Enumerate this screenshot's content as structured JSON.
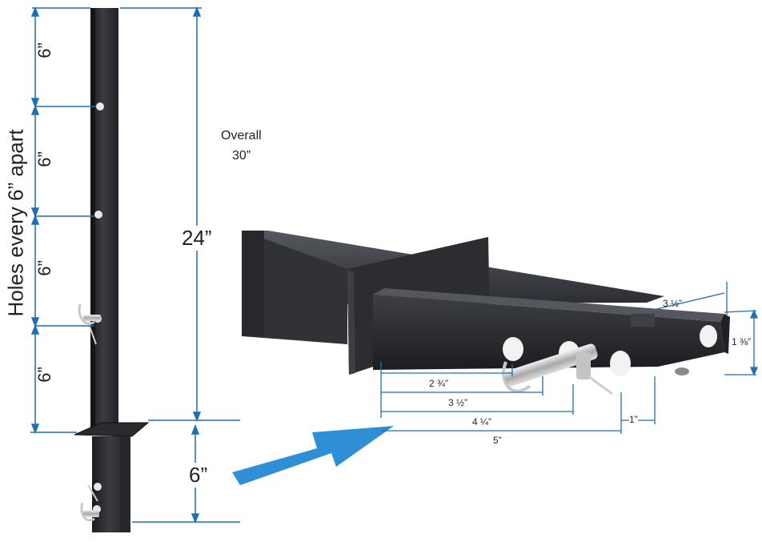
{
  "left_post": {
    "side_title": "Holes every 6” apart",
    "spacing_labels": [
      "6”",
      "6”",
      "6”",
      "6”"
    ],
    "span_label": "24”",
    "insert_label": "6”",
    "overall_label_1": "Overall",
    "overall_label_2": "30”"
  },
  "detail_view": {
    "width_label": "3 ½”",
    "height_label": "1 ⅜”",
    "hole_dims": [
      "2 ¾”",
      "3 ½”",
      "4 ¼”",
      "5”"
    ],
    "end_label": "1”"
  },
  "colors": {
    "dimension_line": "#1f6fb2",
    "arrow": "#2f8fd6",
    "metal": "#2b2d31"
  }
}
